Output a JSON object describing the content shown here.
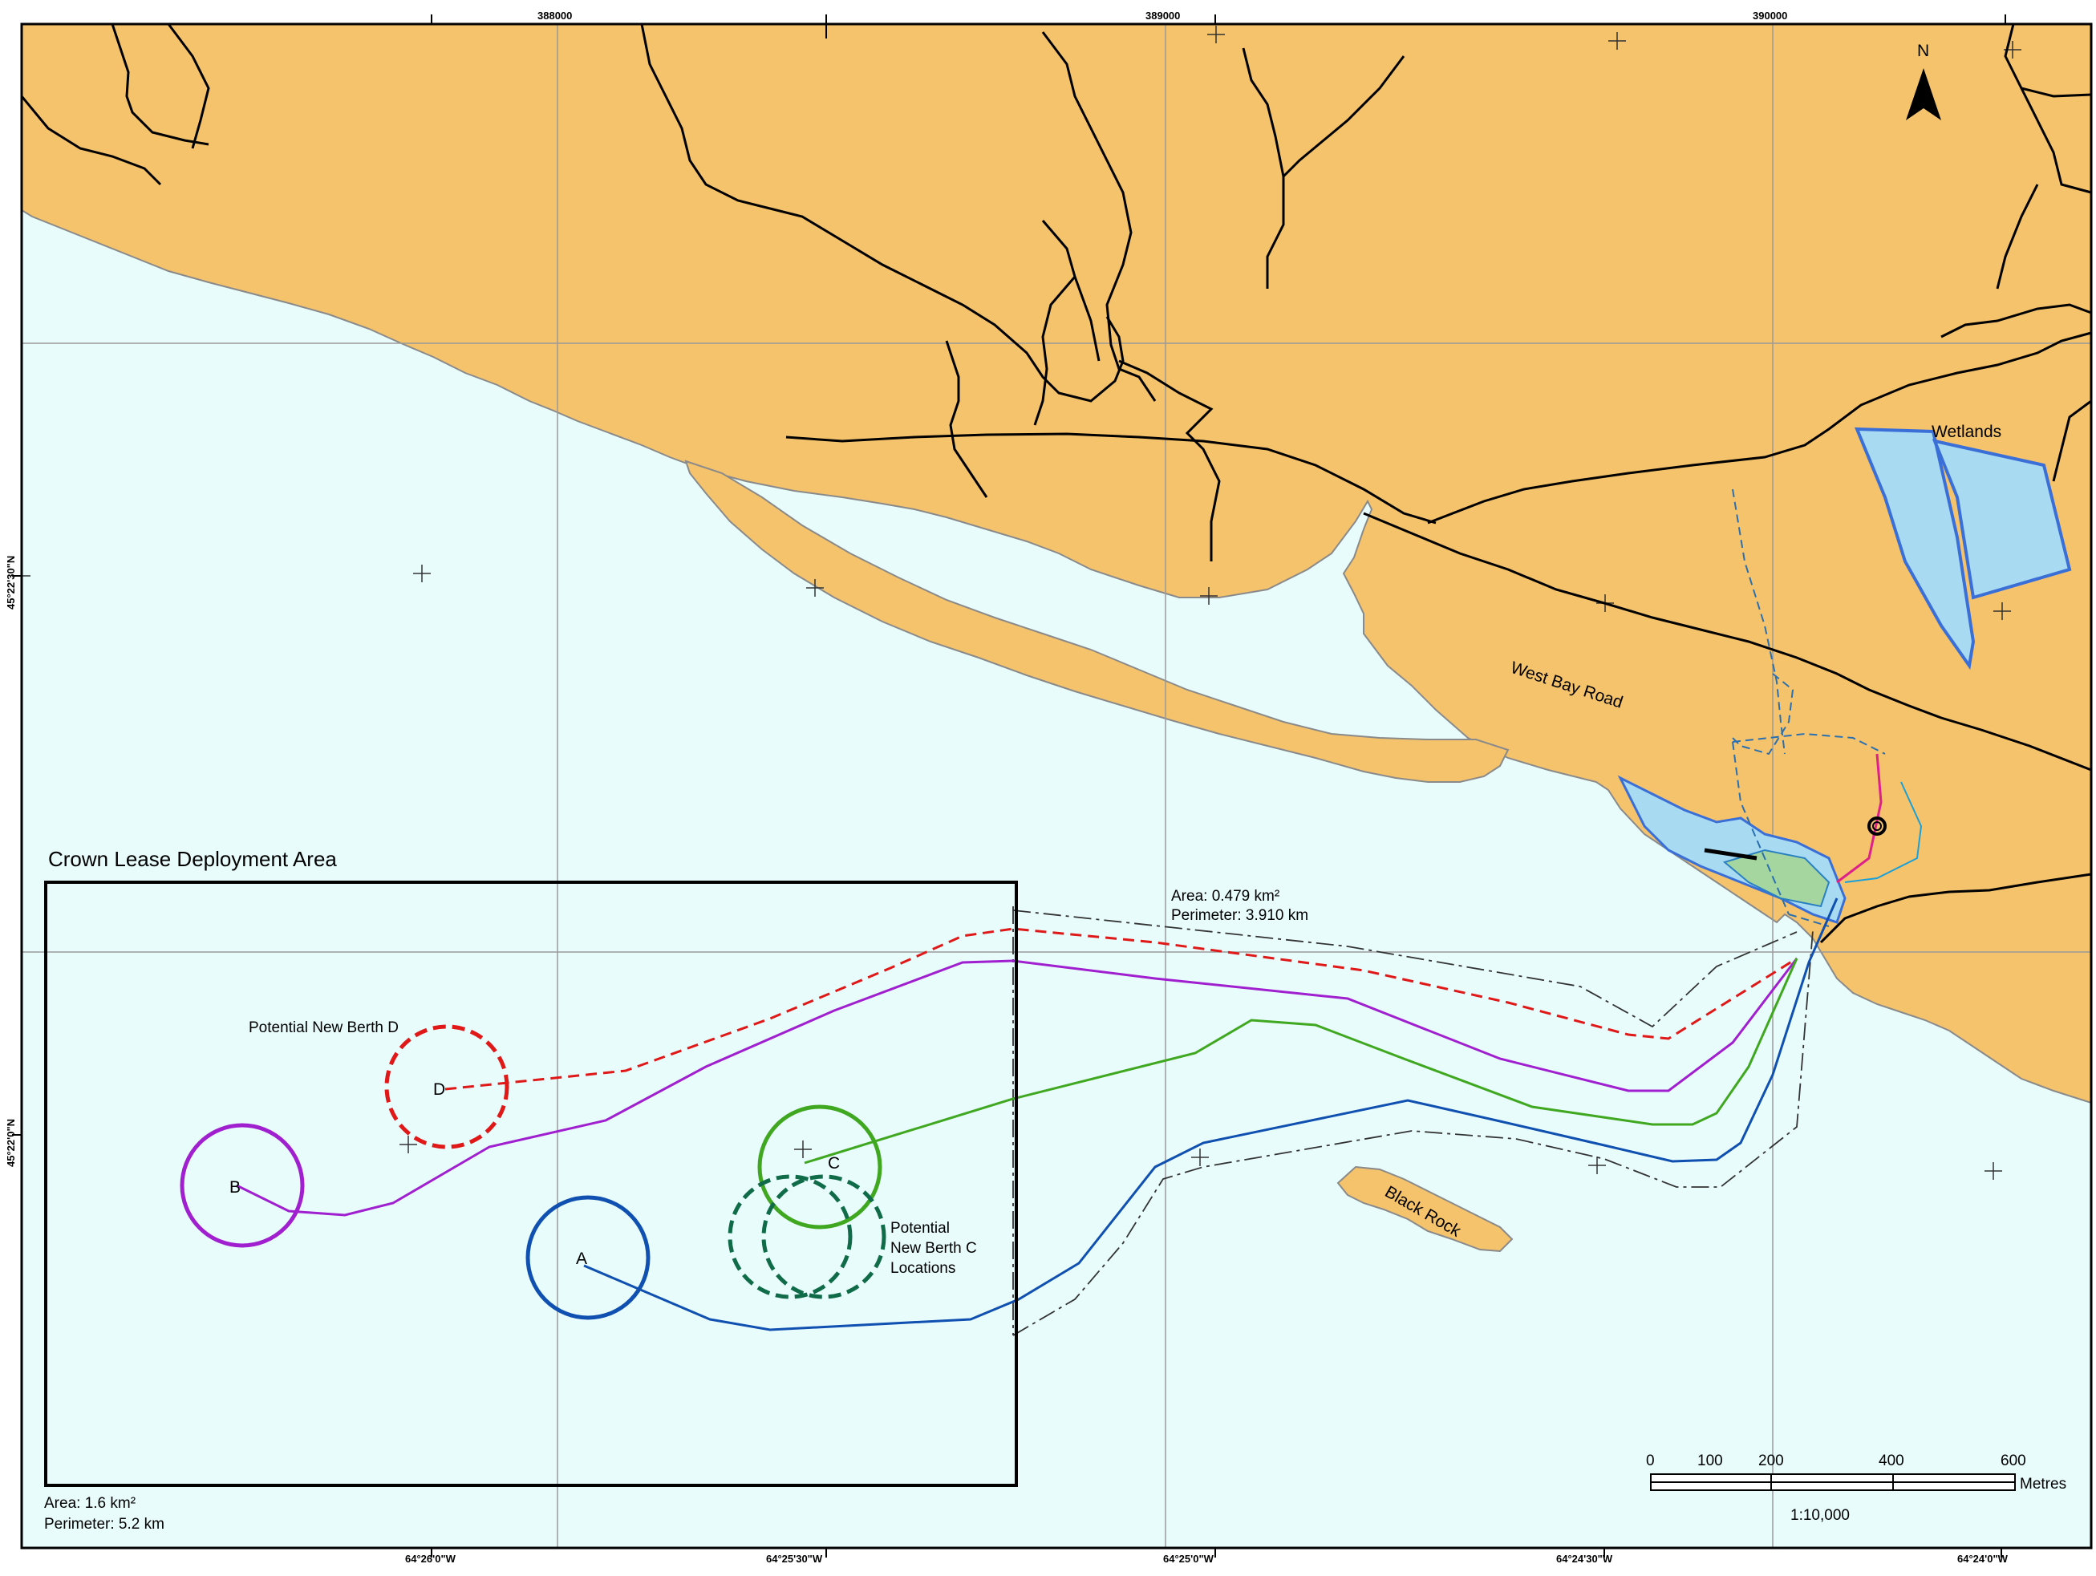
{
  "map": {
    "colors": {
      "water": "#e8fcfc",
      "land": "#f5c36c",
      "wetland": "#a8daf2",
      "wetland_edge": "#3a6fd8"
    },
    "grid_labels": {
      "eastings": [
        "388000",
        "389000",
        "390000"
      ],
      "longitudes": [
        "64°26'0\"W",
        "64°25'30\"W",
        "64°25'0\"W",
        "64°24'30\"W",
        "64°24'0\"W"
      ],
      "latitudes": [
        "45°22'30\"N",
        "45°22'0\"N"
      ]
    },
    "north_arrow": {
      "letter": "N",
      "icon": "north-arrow-icon"
    },
    "place_labels": {
      "wetlands": "Wetlands",
      "road": "West Bay Road",
      "black_rock": "Black Rock"
    },
    "corridor": {
      "area": "Area: 0.479 km²",
      "perimeter": "Perimeter: 3.910 km"
    },
    "crown_lease": {
      "title": "Crown Lease Deployment Area",
      "area": "Area: 1.6 km²",
      "perimeter": "Perimeter: 5.2 km"
    },
    "berths": {
      "A": {
        "label": "A",
        "color": "#1050b0"
      },
      "B": {
        "label": "B",
        "color": "#a020d0"
      },
      "C": {
        "label": "C",
        "color": "#40a820"
      },
      "D": {
        "label": "D",
        "color": "#e01818"
      },
      "D_title": "Potential New Berth D",
      "C_alt_title_1": "Potential",
      "C_alt_title_2": "New Berth C",
      "C_alt_title_3": "Locations",
      "C_alt_color": "#106b48"
    },
    "scale_bar": {
      "ticks": [
        "0",
        "100",
        "200",
        "400",
        "600"
      ],
      "unit": "Metres",
      "ratio": "1:10,000"
    }
  }
}
